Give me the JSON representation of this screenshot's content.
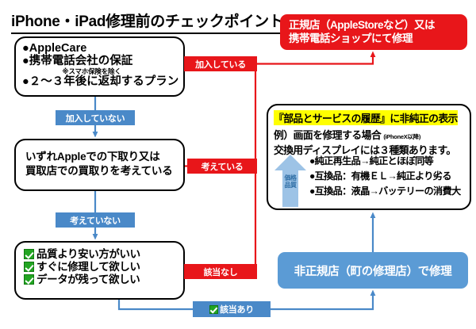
{
  "title": "iPhone・iPad修理前のチェックポイント",
  "colors": {
    "red": "#E8161A",
    "blue": "#5B9BD5",
    "label_blue": "#4A89C8",
    "arrow_blue": "#9DC3E6",
    "highlight": "#FFFF00",
    "check_green": "#22a522",
    "outline": "#000000"
  },
  "question_boxes": [
    {
      "id": "box1",
      "lines": [
        "●AppleCare",
        "●携帯電話会社の保証"
      ],
      "note": "※スマホ保険を除く",
      "last_line": "●２～３年後に返却するプラン"
    },
    {
      "id": "box2",
      "lines": [
        "いずれAppleでの下取り又は",
        "買取店での買取りを考えている"
      ]
    },
    {
      "id": "box3",
      "checklist": [
        "品質より安い方がいい",
        "すぐに修理して欲しい",
        "データが残って欲しい"
      ]
    }
  ],
  "outcomes": {
    "official": {
      "line1": "正規店（AppleStoreなど）又は",
      "line2": "携帯電話ショップにて修理"
    },
    "unofficial": {
      "label": "非正規店（町の修理店）で修理"
    }
  },
  "info_panel": {
    "highlight": "『部品とサービスの履歴』に非純正の表示",
    "example": "例）画面を修理する場合",
    "example_small": "(iPhoneX以降)",
    "example_line2": "交換用ディスプレイには３種類あります。",
    "bullets": [
      "●純正再生品→純正とほぼ同等",
      "●互換品：有機ＥＬ→純正より劣る",
      "●互換品：液晶→バッテリーの消費大"
    ],
    "axis_arrow": {
      "line1": "価格",
      "line2": "品質"
    }
  },
  "connector_labels": {
    "kanyu_shiteiru": "加入している",
    "kanyu_shiteinai": "加入していない",
    "kangaeteiru": "考えている",
    "kangaete_inai": "考えていない",
    "gaitou_nashi": "該当なし",
    "gaitou_ari": "該当あり"
  }
}
